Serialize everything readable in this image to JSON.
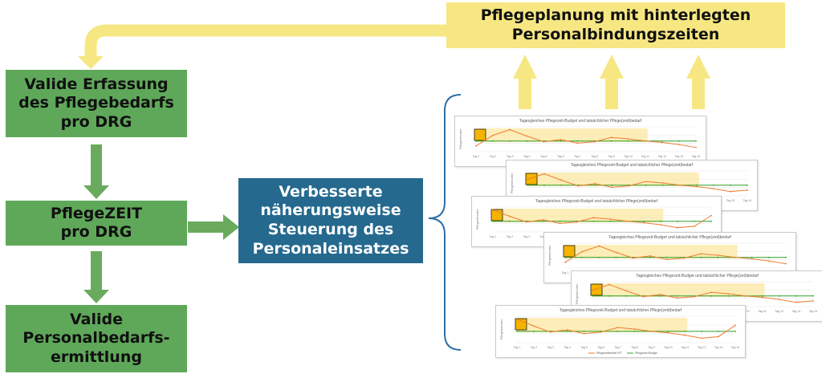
{
  "diagram": {
    "top_banner": "Pflegeplanung mit hinterlegten\nPersonalbindungszeiten",
    "box_erfassung": "Valide Erfassung\ndes Pflegebedarfs\npro DRG",
    "box_pflegezeit": "PflegeZEIT\npro DRG",
    "box_personalbedarf": "Valide\nPersonalbedarfs-\nermittlung",
    "box_steuerung": "Verbesserte\nnäherungsweise\nSteuerung des\nPersonaleinsatzes"
  },
  "colors": {
    "green_box": "#5fa85a",
    "green_arrow": "#6aaa5d",
    "yellow": "#f7e782",
    "blue_box": "#25698f",
    "brace": "#2e6ea6",
    "series_ist": "#ed7d31",
    "series_budget": "#2ca02c",
    "band": "#fde8a6"
  },
  "charts": {
    "title": "Tagesgleiches Pflegezeit-Budget und tatsächlicher Pflege(zeit)bedarf",
    "ylabel": "Pflegeminuten",
    "legend_ist": "Pflegezeitbedarf IST",
    "legend_budget": "Pflegezeit-Budget",
    "days": [
      "Tag 1",
      "Tag 2",
      "Tag 3",
      "Tag 4",
      "Tag 5",
      "Tag 6",
      "Tag 7",
      "Tag 8",
      "Tag 9",
      "Tag 10",
      "Tag 11",
      "Tag 12",
      "Tag 13",
      "Tag 14"
    ],
    "budget": [
      150,
      150,
      150,
      150,
      150,
      150,
      150,
      150,
      150,
      150,
      150,
      150,
      150,
      150
    ],
    "ist": [
      80,
      230,
      310,
      220,
      140,
      170,
      120,
      140,
      200,
      180,
      150,
      130,
      100,
      60
    ]
  }
}
